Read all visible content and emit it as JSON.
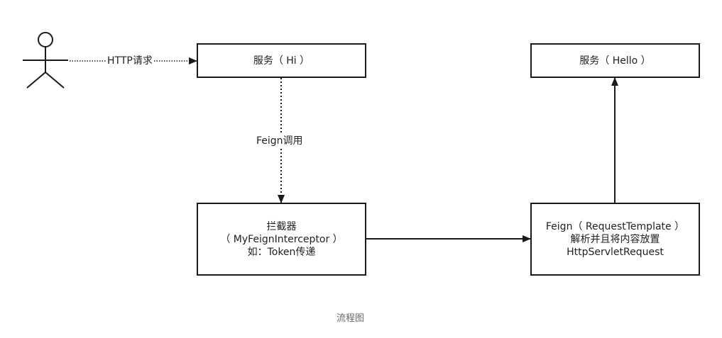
{
  "nodes": {
    "service_hi": {
      "label": "服务（ Hi ）"
    },
    "service_hello": {
      "label": "服务（ Hello ）"
    },
    "interceptor": {
      "line1": "拦截器",
      "line2": "（ MyFeignInterceptor ）",
      "line3": "如：Token传递"
    },
    "feign_template": {
      "line1": "Feign（ RequestTemplate ）",
      "line2": "解析并且将内容放置",
      "line3": "HttpServletRequest"
    }
  },
  "edges": {
    "http_request": {
      "label": "HTTP请求"
    },
    "feign_call": {
      "label": "Feign调用"
    }
  },
  "caption": "流程图",
  "colors": {
    "stroke": "#1a1a1a",
    "caption": "#666666"
  }
}
